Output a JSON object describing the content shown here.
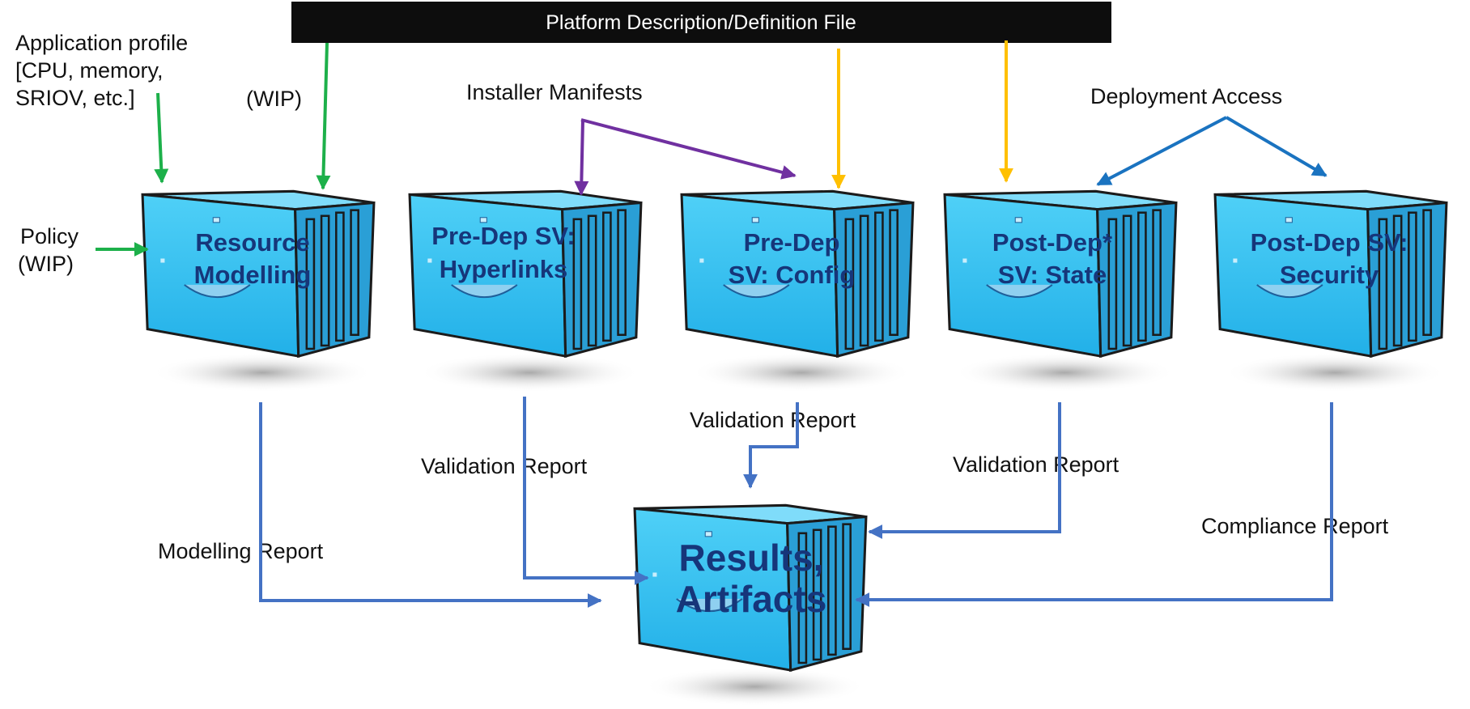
{
  "banner": {
    "title": "Platform Description/Definition File"
  },
  "containers": {
    "resource_modelling": {
      "line1": "Resource",
      "line2": "Modelling"
    },
    "pre_dep_hyperlinks": {
      "line1": "Pre-Dep SV:",
      "line2": "Hyperlinks"
    },
    "pre_dep_config": {
      "line1": "Pre-Dep",
      "line2": "SV: Config"
    },
    "post_dep_state": {
      "line1": "Post-Dep*",
      "line2": "SV: State"
    },
    "post_dep_security": {
      "line1": "Post-Dep SV:",
      "line2": "Security"
    },
    "results_artifacts": {
      "line1": "Results,",
      "line2": "Artifacts"
    }
  },
  "inputs": {
    "application_profile": {
      "line1": "Application profile",
      "line2": "[CPU, memory,",
      "line3": "SRIOV, etc.]"
    },
    "wip": "(WIP)",
    "policy": {
      "line1": "Policy",
      "line2": "(WIP)"
    },
    "installer_manifests": "Installer Manifests",
    "deployment_access": "Deployment Access"
  },
  "outputs": {
    "modelling_report": "Modelling Report",
    "validation_report_hyperlinks": "Validation Report",
    "validation_report_config": "Validation Report",
    "validation_report_state": "Validation Report",
    "compliance_report": "Compliance Report"
  },
  "colors": {
    "banner_bg": "#0d0d0d",
    "container_fill": "#3cc3f3",
    "container_side": "#2a9fd6",
    "container_top": "#7fdcfa",
    "container_outline": "#1b1b1b",
    "container_label": "#16367a",
    "green_arrow": "#1db04a",
    "gold_arrow": "#ffc000",
    "purple_arrow": "#7030a0",
    "deploy_arrow": "#1a73c0",
    "report_arrow": "#4472c4"
  }
}
